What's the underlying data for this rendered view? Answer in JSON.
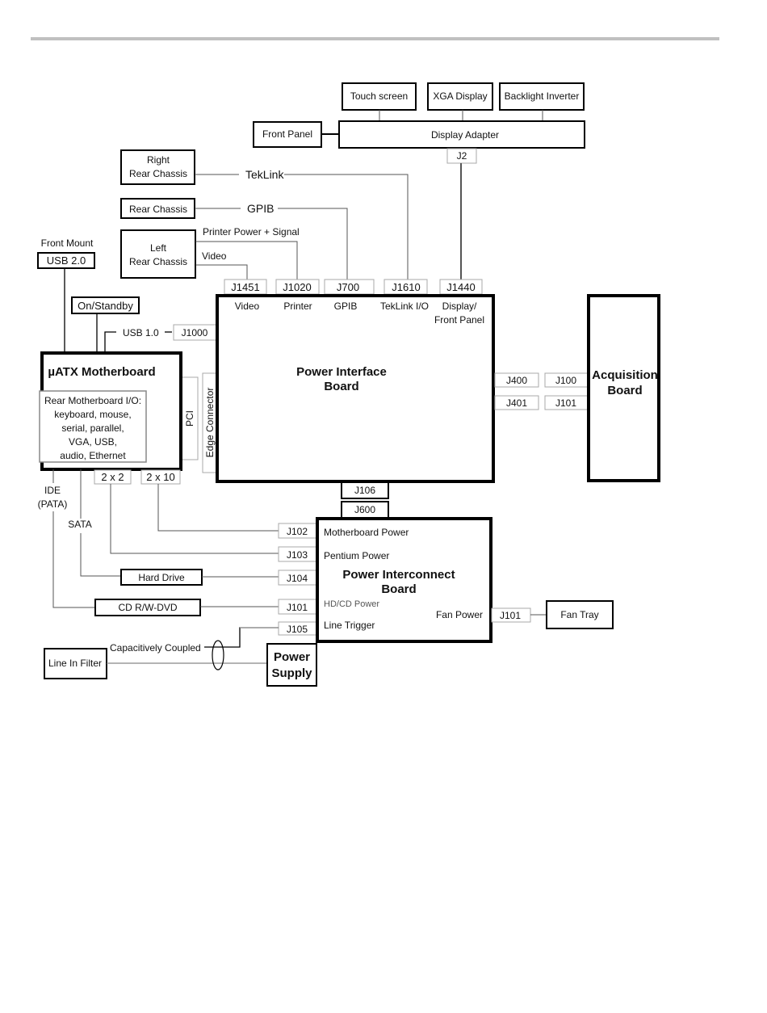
{
  "diagram": {
    "title": "",
    "nodes": {
      "touch_screen": "Touch screen",
      "xga_display": "XGA Display",
      "backlight_inverter": "Backlight Inverter",
      "front_panel": "Front Panel",
      "display_adapter": "Display Adapter",
      "j2": "J2",
      "right_rear_chassis_1": "Right",
      "right_rear_chassis_2": "Rear Chassis",
      "rear_chassis": "Rear Chassis",
      "left_rear_chassis_1": "Left",
      "left_rear_chassis_2": "Rear Chassis",
      "front_mount": "Front Mount",
      "usb20": "USB 2.0",
      "on_standby": "On/Standby",
      "usb10": "USB 1.0",
      "j1000": "J1000",
      "motherboard": "µATX Motherboard",
      "rear_io": [
        "Rear Motherboard I/O:",
        "keyboard, mouse,",
        "serial, parallel,",
        "VGA, USB,",
        "audio, Ethernet"
      ],
      "pci": "PCI",
      "edge_connector": "Edge Connector",
      "power_interface_board_1": "Power Interface",
      "power_interface_board_2": "Board",
      "acquisition_board_1": "Acquisition",
      "acquisition_board_2": "Board",
      "conn_2x2": "2 x 2",
      "conn_2x10": "2 x 10",
      "ide_1": "IDE",
      "ide_2": "(PATA)",
      "sata": "SATA",
      "hard_drive": "Hard Drive",
      "cd_dvd": "CD R/W-DVD",
      "line_in_filter": "Line In Filter",
      "capacitively_coupled": "Capacitively Coupled",
      "power_supply_1": "Power",
      "power_supply_2": "Supply",
      "fan_tray": "Fan Tray",
      "pib_j106": "J106",
      "picb_j600": "J600",
      "power_interconnect_1": "Power Interconnect",
      "power_interconnect_2": "Board",
      "motherboard_power": "Motherboard Power",
      "pentium_power": "Pentium Power",
      "hdcd_power": "HD/CD Power",
      "line_trigger": "Line Trigger",
      "fan_power": "Fan Power"
    },
    "signals": {
      "teklink": "TekLink",
      "gpib": "GPIB",
      "printer_power_signal": "Printer Power + Signal",
      "video": "Video"
    },
    "pib_top_connectors": [
      {
        "id": "J1451",
        "label": "Video"
      },
      {
        "id": "J1020",
        "label": "Printer"
      },
      {
        "id": "J700",
        "label": "GPIB"
      },
      {
        "id": "J1610",
        "label": "TekLink I/O"
      },
      {
        "id": "J1440",
        "label": "Display/",
        "label2": "Front Panel"
      }
    ],
    "pib_acq_connectors": [
      {
        "pib": "J400",
        "acq": "J100"
      },
      {
        "pib": "J401",
        "acq": "J101"
      }
    ],
    "picb_left_connectors": [
      "J102",
      "J103",
      "J104",
      "J101",
      "J105"
    ],
    "picb_right_connector": "J101"
  }
}
